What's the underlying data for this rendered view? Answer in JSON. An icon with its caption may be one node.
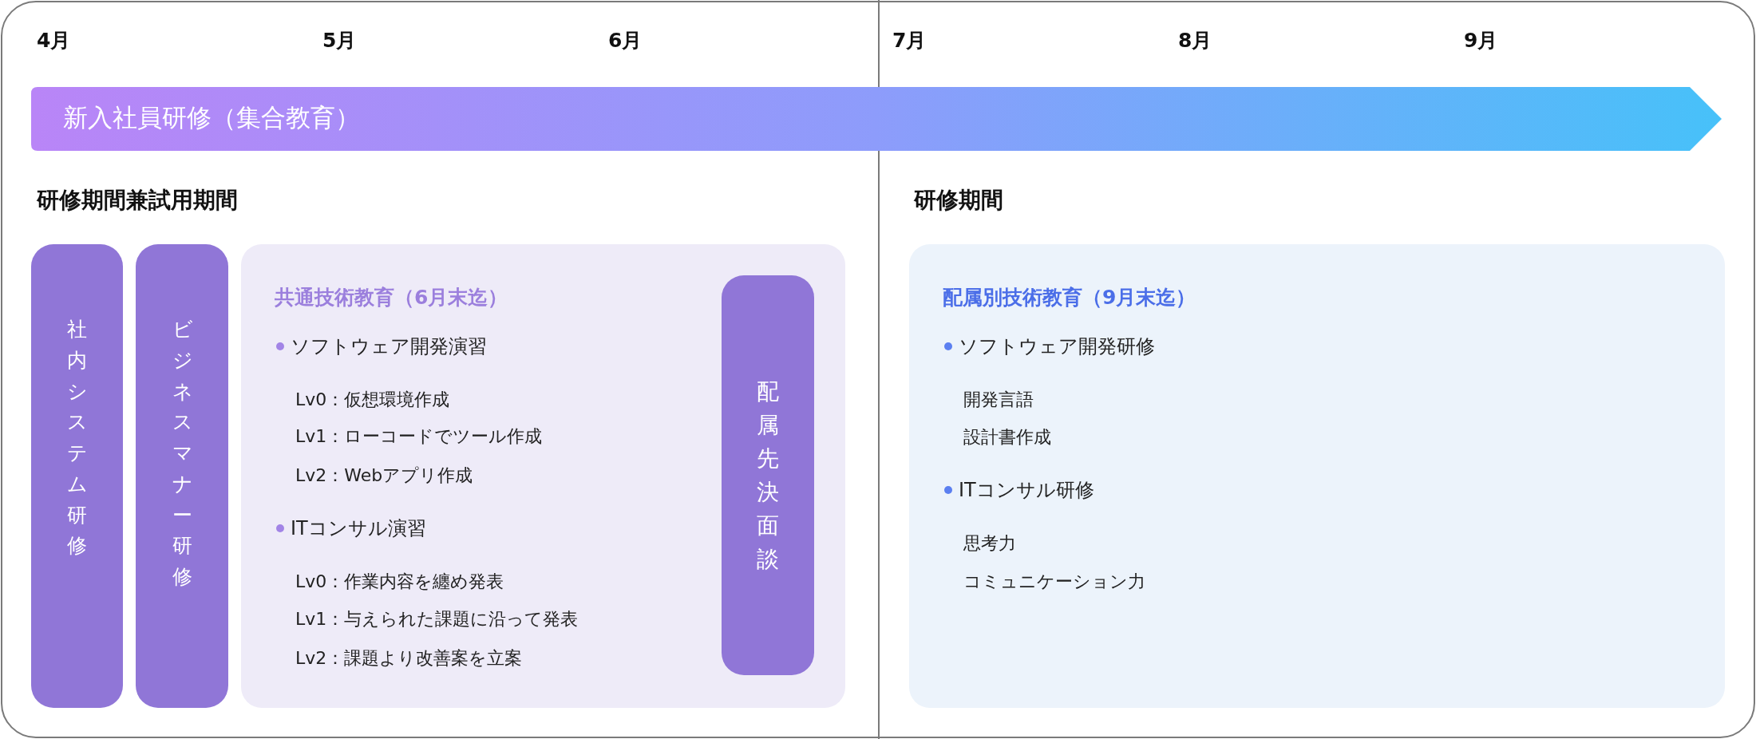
{
  "diagram": {
    "nodes": [
      {
        "text": [
          "新入社員研修（集合教育）"
        ]
      },
      {
        "text": [
          "社内システム研修"
        ]
      },
      {
        "text": [
          "ビジネスマナー研修"
        ]
      },
      {
        "text": [
          "共通技術教育（6月末迄）",
          "ソフトウェア開発演習",
          "Lv0：仮想環境作成",
          "Lv1：ローコードでツール作成",
          "Lv2：Webアプリ作成",
          "ITコンサル演習",
          "Lv0：作業内容を纏め発表",
          "Lv1：与えられた課題に沿って発表",
          "Lv2：課題より改善案を立案"
        ]
      },
      {
        "text": [
          "配属先決面談"
        ],
        "in": 3
      },
      {
        "text": [
          "配属別技術教育（9月末迄）",
          "ソフトウェア開発研修",
          "開発言語",
          "設計書作成",
          "ITコンサル研修",
          "思考力",
          "コミュニケーション力"
        ]
      }
    ],
    "labels": [
      "4月",
      "5月",
      "6月",
      "7月",
      "8月",
      "9月",
      "研修期間兼試用期間",
      "研修期間"
    ]
  }
}
